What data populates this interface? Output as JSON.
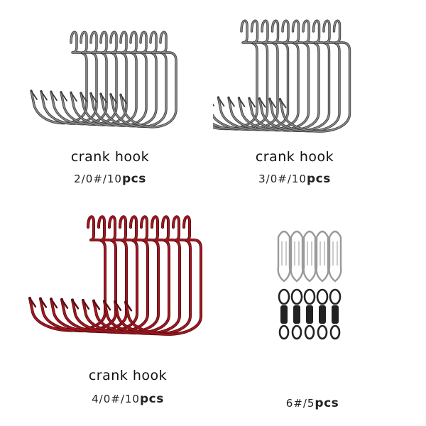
{
  "products": [
    {
      "name": "crank hook",
      "size": "2/0#/10",
      "unit": "pcs",
      "count": 10,
      "color": "#8a8a8a",
      "shade": "#3a3a3a"
    },
    {
      "name": "crank hook",
      "size": "3/0#/10",
      "unit": "pcs",
      "count": 10,
      "color": "#8a8a8a",
      "shade": "#3a3a3a"
    },
    {
      "name": "crank hook",
      "size": "4/0#/10",
      "unit": "pcs",
      "count": 10,
      "color": "#a01820",
      "shade": "#5a0a10"
    },
    {
      "name": "",
      "size": "6#/5",
      "unit": "pcs",
      "count": 5,
      "color": "#9a9a9a",
      "shade": "#222222"
    }
  ]
}
